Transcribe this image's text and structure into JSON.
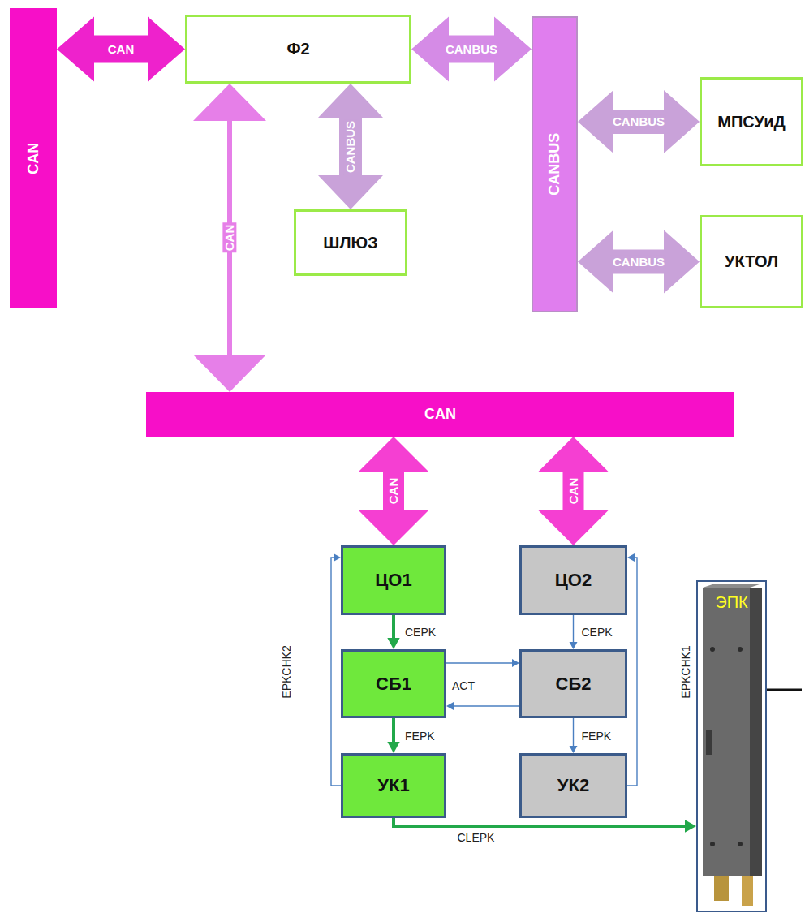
{
  "diagram": {
    "nodes": [
      {
        "text": [
          "CAN"
        ]
      },
      {
        "text": [
          "Ф2"
        ]
      },
      {
        "text": [
          "ШЛЮЗ"
        ]
      },
      {
        "text": [
          "CANBUS"
        ]
      },
      {
        "text": [
          "МПСУиД"
        ]
      },
      {
        "text": [
          "УКТОЛ"
        ]
      },
      {
        "text": [
          "CAN"
        ]
      },
      {
        "text": [
          "ЦО1"
        ]
      },
      {
        "text": [
          "ЦО2"
        ]
      },
      {
        "text": [
          "СБ1"
        ]
      },
      {
        "text": [
          "СБ2"
        ]
      },
      {
        "text": [
          "УК1"
        ]
      },
      {
        "text": [
          "УК2"
        ]
      },
      {
        "text": [
          "ЭПК"
        ]
      }
    ],
    "edges": [
      {
        "from": 0,
        "to": 1,
        "arrow": "both",
        "label": "CAN"
      },
      {
        "from": 1,
        "to": 3,
        "arrow": "both",
        "label": "CANBUS"
      },
      {
        "from": 1,
        "to": 2,
        "arrow": "both",
        "label": "CANBUS"
      },
      {
        "from": 3,
        "to": 4,
        "arrow": "both",
        "label": "CANBUS"
      },
      {
        "from": 3,
        "to": 5,
        "arrow": "both",
        "label": "CANBUS"
      },
      {
        "from": 1,
        "to": 6,
        "arrow": "both",
        "label": "CAN"
      },
      {
        "from": 6,
        "to": 7,
        "arrow": "both",
        "label": "CAN"
      },
      {
        "from": 6,
        "to": 8,
        "arrow": "both",
        "label": "CAN"
      },
      {
        "from": 7,
        "to": 9,
        "arrow": "to",
        "label": "CEPK"
      },
      {
        "from": 8,
        "to": 10,
        "arrow": "to",
        "label": "CEPK"
      },
      {
        "from": 9,
        "to": 10,
        "arrow": "to",
        "label": "ACT"
      },
      {
        "from": 10,
        "to": 9,
        "arrow": "to"
      },
      {
        "from": 9,
        "to": 11,
        "arrow": "to",
        "label": "FEPK"
      },
      {
        "from": 10,
        "to": 12,
        "arrow": "to",
        "label": "FEPK"
      },
      {
        "from": 11,
        "to": 7,
        "arrow": "to",
        "label": "EPKCHK2"
      },
      {
        "from": 12,
        "to": 8,
        "arrow": "to",
        "label": "EPKCHK1"
      },
      {
        "from": 11,
        "to": 13,
        "arrow": "to",
        "label": "CLEPK"
      }
    ]
  }
}
